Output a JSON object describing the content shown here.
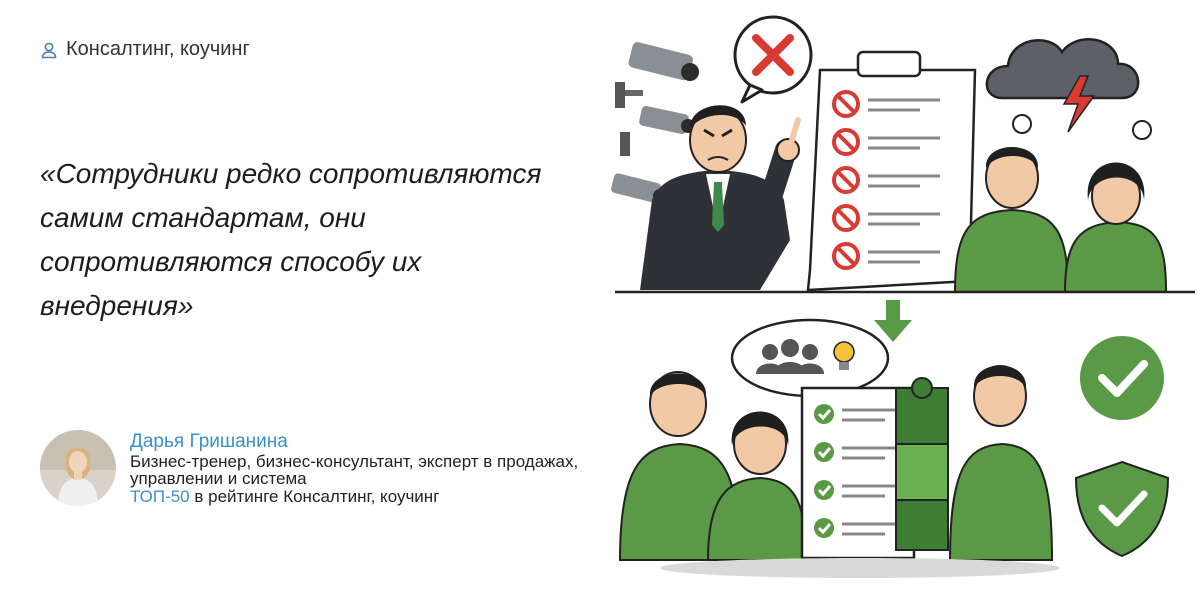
{
  "category": {
    "icon": "user-icon",
    "label": "Консалтинг, коучинг"
  },
  "quote": "«Сотрудники редко сопротивляются самим стандартам, они сопротивляются способу их внедрения»",
  "author": {
    "name": "Дарья Гришанина",
    "description": "Бизнес-тренер, бизнес-консультант, эксперт в продажах, управлении и система",
    "rank_highlight": "ТОП-50",
    "rank_rest": " в рейтинге Консалтинг, коучинг"
  },
  "colors": {
    "accent": "#3a8fd0",
    "green": "#5a9a46",
    "red": "#d93a32"
  },
  "illustration": {
    "top_icons": [
      "security-camera-icon",
      "cross-mark-icon",
      "checklist-icon",
      "storm-cloud-icon"
    ],
    "arrow_icon": "arrow-down-icon",
    "bottom_icons": [
      "team-icon",
      "lightbulb-icon",
      "puzzle-icon",
      "check-circle-icon",
      "shield-check-icon"
    ]
  }
}
